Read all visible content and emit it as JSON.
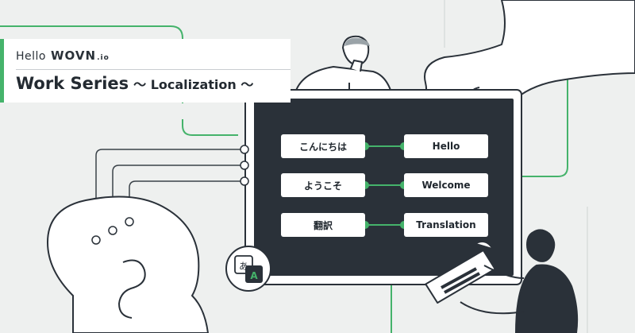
{
  "header": {
    "hello": "Hello",
    "brand": "WOVN",
    "brand_suffix": ".io",
    "title": "Work Series",
    "subtitle": "～ Localization ～"
  },
  "translations": [
    {
      "source": "こんにちは",
      "target": "Hello"
    },
    {
      "source": "ようこそ",
      "target": "Welcome"
    },
    {
      "source": "翻訳",
      "target": "Translation"
    }
  ],
  "translate_icon": {
    "glyph_source": "あ",
    "glyph_target": "A"
  },
  "colors": {
    "accent": "#45b36b",
    "board": "#2a3139",
    "background": "#eef0ef",
    "ink": "#232a31"
  }
}
